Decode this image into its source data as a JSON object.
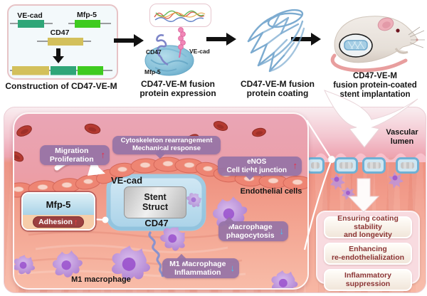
{
  "figure": {
    "top_row": {
      "construction": {
        "gene_ve_cad": "VE-cad",
        "gene_mfp5": "Mfp-5",
        "gene_cd47": "CD47",
        "caption": "Construction of CD47-VE-M"
      },
      "expression": {
        "label_cd47": "CD47",
        "label_ve_cad": "VE-cad",
        "label_mfp5": "Mfp-5",
        "caption_line1": "CD47-VE-M fusion",
        "caption_line2": "protein expression"
      },
      "coating": {
        "caption_line1": "CD47-VE-M fusion",
        "caption_line2": "protein coating"
      },
      "implantation": {
        "caption_line1": "CD47-VE-M",
        "caption_line2": "fusion protein-coated",
        "caption_line3": "stent implantation"
      }
    },
    "mechanism_panel": {
      "badge_migration": {
        "line1": "Migration",
        "line2": "Proliferation",
        "arrow": "↑"
      },
      "badge_cytoskeleton": {
        "line1": "Cytoskeleton rearrangement",
        "line2": "Mechanical response"
      },
      "badge_enos": {
        "line1": "eNOS",
        "line2": "Cell tight junction",
        "arrow": "↑"
      },
      "badge_phagocytosis": {
        "line1": "Macrophage",
        "line2": "phagocytosis",
        "arrow": "↓"
      },
      "badge_inflammation": {
        "line1": "M1 Macrophage",
        "line2": "Inflammation",
        "arrow": "↓"
      },
      "stent": {
        "label_ve_cad": "VE-cad",
        "struct_line1": "Stent",
        "struct_line2": "Struct",
        "label_cd47": "CD47"
      },
      "mfp5_box": {
        "title": "Mfp-5",
        "adhesion_label": "Adhesion",
        "arrow": "↑"
      },
      "label_endothelial_cells": "Endothelial cells",
      "label_m1_macrophage": "M1 macrophage"
    },
    "vessel_panel": {
      "label_vascular_line1": "Vascular",
      "label_vascular_line2": "lumen",
      "outcomes": [
        {
          "line1": "Ensuring coating stability",
          "line2": "and longevity"
        },
        {
          "line1": "Enhancing",
          "line2": "re-endothelialization"
        },
        {
          "line1": "Inflammatory",
          "line2": "suppression"
        }
      ]
    },
    "colors": {
      "gene_teal": "#2fa678",
      "gene_green": "#3ecb1f",
      "gene_yellow": "#d3c05b",
      "badge_purple": "#9673a6",
      "arrow_up_red": "#e82e48",
      "arrow_down_blue": "#49c2f2",
      "adhesion_maroon": "#9c4040",
      "stent_blue": "#bcdcee",
      "macrophage_purple": "#b287d1",
      "outcome_text_red": "#8b3434",
      "tissue_coral": "#f3a391",
      "lumen_pink": "#eda3ae"
    }
  }
}
